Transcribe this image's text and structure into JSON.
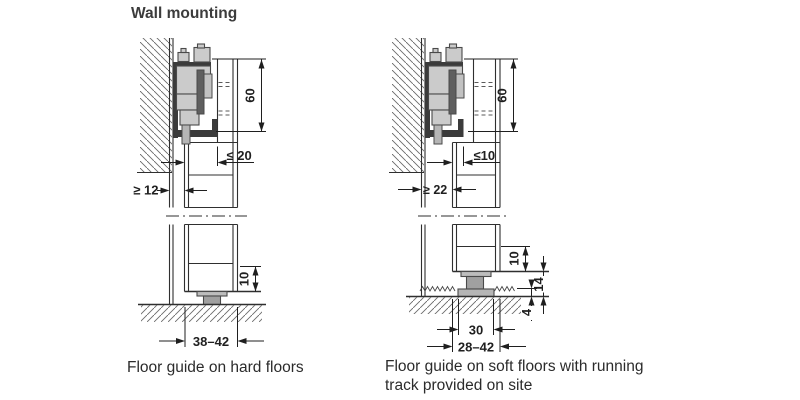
{
  "title": "Wall mounting",
  "diagrams": {
    "left": {
      "caption": "Floor guide on hard floors",
      "dims": {
        "track_height": "60",
        "max_groove_offset": "≤ 20",
        "wall_clearance": "≥ 12",
        "guide_engagement": "10",
        "door_thickness": "38–42"
      }
    },
    "right": {
      "caption_line1": "Floor guide on soft floors with running",
      "caption_line2": "track provided on site",
      "dims": {
        "track_height": "60",
        "max_groove_offset": "≤10",
        "wall_clearance": "≥ 22",
        "guide_engagement": "10",
        "guide_total_height": "14",
        "running_track_height": "4",
        "running_track_width": "30",
        "door_thickness": "28–42"
      }
    }
  },
  "colors": {
    "line": "#2f2f2f",
    "hardware_dark": "#3b3b3b",
    "hardware_gray": "#cbcbcb",
    "guide_gray": "#a0a0a0",
    "text": "#1f1f1f"
  }
}
